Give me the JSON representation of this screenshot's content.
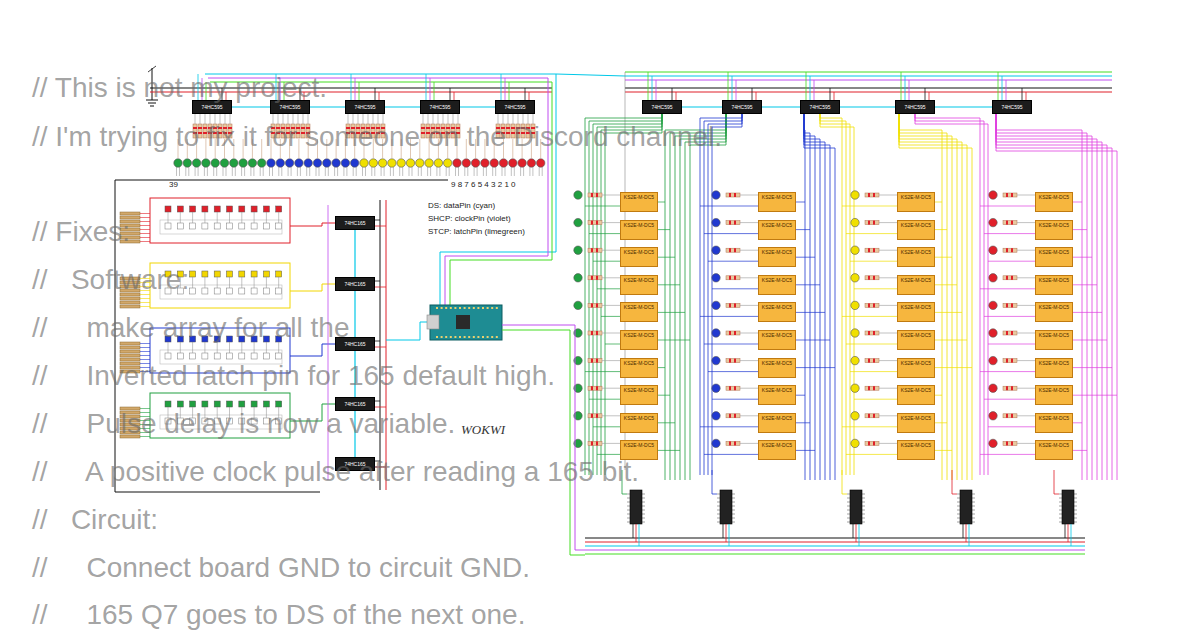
{
  "diagram": {
    "nodes": [
      {
        "text": [
          "74HC595"
        ]
      },
      {
        "text": [
          "74HC595"
        ]
      },
      {
        "text": [
          "74HC595"
        ]
      },
      {
        "text": [
          "74HC595"
        ]
      },
      {
        "text": [
          "74HC595"
        ]
      },
      {
        "text": [
          "74HC165"
        ]
      },
      {
        "text": [
          "74HC165"
        ]
      },
      {
        "text": [
          "74HC165"
        ]
      },
      {
        "text": [
          "74HC165"
        ]
      },
      {
        "text": [
          "74HC165"
        ]
      },
      {
        "text": [
          "74HC595"
        ]
      },
      {
        "text": [
          "74HC595"
        ]
      },
      {
        "text": [
          "74HC595"
        ]
      },
      {
        "text": [
          "74HC595"
        ]
      },
      {
        "text": [
          "74HC595"
        ]
      },
      {
        "text": [
          "KS2E-M-DC5"
        ]
      },
      {
        "text": [
          "KS2E-M-DC5"
        ]
      },
      {
        "text": [
          "KS2E-M-DC5"
        ]
      },
      {
        "text": [
          "KS2E-M-DC5"
        ]
      },
      {
        "text": [
          "KS2E-M-DC5"
        ]
      },
      {
        "text": [
          "KS2E-M-DC5"
        ]
      },
      {
        "text": [
          "KS2E-M-DC5"
        ]
      },
      {
        "text": [
          "KS2E-M-DC5"
        ]
      },
      {
        "text": [
          "KS2E-M-DC5"
        ]
      },
      {
        "text": [
          "KS2E-M-DC5"
        ]
      },
      {
        "text": [
          "KS2E-M-DC5"
        ]
      },
      {
        "text": [
          "KS2E-M-DC5"
        ]
      },
      {
        "text": [
          "KS2E-M-DC5"
        ]
      },
      {
        "text": [
          "KS2E-M-DC5"
        ]
      },
      {
        "text": [
          "KS2E-M-DC5"
        ]
      },
      {
        "text": [
          "KS2E-M-DC5"
        ]
      },
      {
        "text": [
          "KS2E-M-DC5"
        ]
      },
      {
        "text": [
          "KS2E-M-DC5"
        ]
      },
      {
        "text": [
          "KS2E-M-DC5"
        ]
      },
      {
        "text": [
          "KS2E-M-DC5"
        ]
      },
      {
        "text": [
          "KS2E-M-DC5"
        ]
      },
      {
        "text": [
          "KS2E-M-DC5"
        ]
      },
      {
        "text": [
          "KS2E-M-DC5"
        ]
      },
      {
        "text": [
          "KS2E-M-DC5"
        ]
      },
      {
        "text": [
          "KS2E-M-DC5"
        ]
      },
      {
        "text": [
          "KS2E-M-DC5"
        ]
      },
      {
        "text": [
          "KS2E-M-DC5"
        ]
      },
      {
        "text": [
          "KS2E-M-DC5"
        ]
      },
      {
        "text": [
          "KS2E-M-DC5"
        ]
      },
      {
        "text": [
          "KS2E-M-DC5"
        ]
      },
      {
        "text": [
          "KS2E-M-DC5"
        ]
      },
      {
        "text": [
          "KS2E-M-DC5"
        ]
      },
      {
        "text": [
          "KS2E-M-DC5"
        ]
      },
      {
        "text": [
          "KS2E-M-DC5"
        ]
      },
      {
        "text": [
          "KS2E-M-DC5"
        ]
      },
      {
        "text": [
          "KS2E-M-DC5"
        ]
      },
      {
        "text": [
          "KS2E-M-DC5"
        ]
      },
      {
        "text": [
          "KS2E-M-DC5"
        ]
      },
      {
        "text": [
          "KS2E-M-DC5"
        ]
      },
      {
        "text": [
          "KS2E-M-DC5"
        ]
      }
    ],
    "edges": [
      {
        "from": 0,
        "to": 1,
        "arrow": "none"
      },
      {
        "from": 1,
        "to": 2,
        "arrow": "none"
      },
      {
        "from": 2,
        "to": 3,
        "arrow": "none"
      },
      {
        "from": 3,
        "to": 4,
        "arrow": "none"
      },
      {
        "from": 5,
        "to": 6,
        "arrow": "none"
      },
      {
        "from": 6,
        "to": 7,
        "arrow": "none"
      },
      {
        "from": 7,
        "to": 8,
        "arrow": "none"
      },
      {
        "from": 8,
        "to": 9,
        "arrow": "none"
      },
      {
        "from": 10,
        "to": 11,
        "arrow": "none"
      },
      {
        "from": 11,
        "to": 12,
        "arrow": "none"
      },
      {
        "from": 12,
        "to": 13,
        "arrow": "none"
      },
      {
        "from": 13,
        "to": 14,
        "arrow": "none"
      }
    ],
    "labels": [
      "// This is not my project.",
      "// I'm trying to fix it for someone on the Discord channel.",
      "// Fixes:",
      "//   Software:",
      "//     make array for all the",
      "//     Inverted latch pin for 165 default high.",
      "//     Pulse delay is now a variable.",
      "//     A positive clock pulse after reading a 165 bit.",
      "//   Circuit:",
      "//     Connect board GND to circuit GND.",
      "//     165 Q7 goes to DS of the next one.",
      "39",
      "9 8 7 6 5 4 3 2 1 0",
      "DS: dataPin (cyan)",
      "SHCP: clockPin (violet)",
      "STCP: latchPin (limegreen)",
      "WOKWI"
    ]
  }
}
